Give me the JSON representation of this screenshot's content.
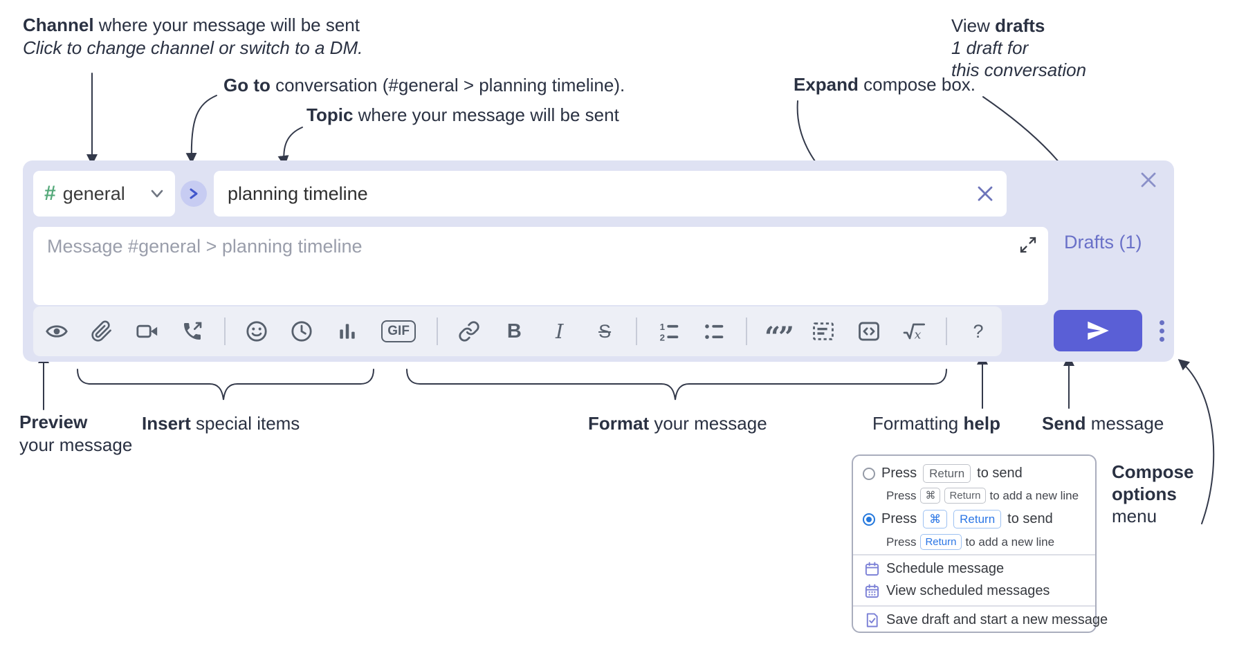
{
  "annotations": {
    "channel": {
      "bold": "Channel",
      "rest": " where your message will be sent",
      "line2": "Click to change channel or switch to a DM."
    },
    "go_to": {
      "bold": "Go to",
      "rest": " conversation (#general > planning timeline)."
    },
    "topic": {
      "bold": "Topic",
      "rest": " where your message will be sent"
    },
    "expand": {
      "bold": "Expand",
      "rest": " compose box."
    },
    "view_drafts": {
      "pre": "View ",
      "bold": "drafts",
      "line2": "1 draft for",
      "line3": "this conversation"
    },
    "preview": {
      "bold": "Preview",
      "line2": "your message"
    },
    "insert": {
      "bold": "Insert",
      "rest": " special items"
    },
    "format": {
      "bold": "Format",
      "rest": " your message"
    },
    "formatting_help": {
      "pre": "Formatting ",
      "bold": "help"
    },
    "send": {
      "bold": "Send",
      "rest": " message"
    },
    "compose_options": {
      "line1": "Compose",
      "line2": "options",
      "line3": "menu"
    }
  },
  "compose": {
    "channel": {
      "hash": "#",
      "name": "general"
    },
    "topic_value": "planning timeline",
    "message_placeholder": "Message #general > planning timeline",
    "drafts_label": "Drafts (1)",
    "toolbar_glyphs": {
      "bold": "B",
      "italic": "I",
      "strikethrough": "S",
      "gif": "GIF",
      "math": "√x",
      "help": "?",
      "quote": "“”"
    },
    "toolbar_icons": [
      "preview",
      "attach-file",
      "start-video-call",
      "start-audio-call",
      "emoji",
      "add-global-time",
      "add-poll",
      "add-gif",
      "link",
      "bold",
      "italic",
      "strikethrough",
      "numbered-list",
      "bulleted-list",
      "quote",
      "spoiler",
      "code",
      "math",
      "help"
    ]
  },
  "menu": {
    "option_enter": {
      "press": "Press",
      "key_return": "Return",
      "suffix": "to send",
      "sub_press": "Press",
      "sub_key_cmd": "⌘",
      "sub_key_return": "Return",
      "sub_suffix": "to add a new line"
    },
    "option_cmd_enter": {
      "press": "Press",
      "key_cmd": "⌘",
      "key_return": "Return",
      "suffix": "to send",
      "sub_press": "Press",
      "sub_key_return": "Return",
      "sub_suffix": "to add a new line"
    },
    "schedule": "Schedule message",
    "view_scheduled": "View scheduled messages",
    "save_draft": "Save draft and start a new message"
  },
  "colors": {
    "container": "#dfe2f3",
    "send_button": "#5a5fd6",
    "drafts_link": "#6a71c8",
    "hash_green": "#55a97a",
    "radio_selected": "#2478dd",
    "kbd_blue": "#2b76e5",
    "icon_gray": "#57606d",
    "annotation": "#2a3142",
    "menu_icon_purple": "#7b80d6",
    "close_x": "#8a90c8",
    "topic_clear_x": "#6d74ba"
  }
}
